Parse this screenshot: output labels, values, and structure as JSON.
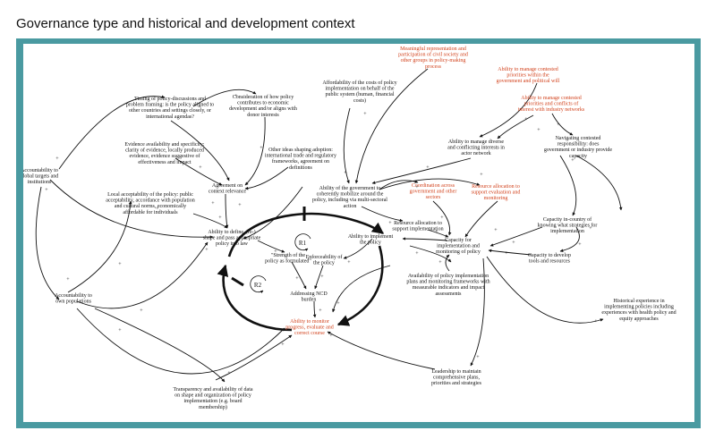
{
  "title": "Governance type and historical and development context",
  "colors": {
    "frame": "#4a9aa1",
    "accent_red": "#d2421c"
  },
  "loops": {
    "r1": "R1",
    "r2": "R2"
  },
  "nodes": [
    {
      "id": "timing",
      "lines": [
        "Timing of policy-discussions and",
        "problem framing: is the policy aligned to",
        "other countries and settings closely, or",
        "international agendas?"
      ],
      "red": false
    },
    {
      "id": "consideration",
      "lines": [
        "Consideration of how policy",
        "contributes to economic",
        "development and/or aligns with",
        "donor interests"
      ],
      "red": false
    },
    {
      "id": "affordability",
      "lines": [
        "Affordability of the costs of policy",
        "implementation on behalf of the",
        "public system (human, financial",
        "costs)"
      ],
      "red": false
    },
    {
      "id": "meaningful",
      "lines": [
        "Meaningful representation and",
        "participation of civil society and",
        "other groups in policy-making",
        "process"
      ],
      "red": true
    },
    {
      "id": "manage-priorities",
      "lines": [
        "Ability to manage contested",
        "priorities within the",
        "government and political will"
      ],
      "red": true
    },
    {
      "id": "manage-industry",
      "lines": [
        "Ability to manage contested",
        "priorities and conflicts of",
        "interest with industry networks"
      ],
      "red": true
    },
    {
      "id": "manage-diverse",
      "lines": [
        "Ability to manage diverse",
        "and conflicting interests in",
        "actor network"
      ],
      "red": false
    },
    {
      "id": "navigating",
      "lines": [
        "Navigating contested",
        "responsibility: does",
        "government or industry provide",
        "capacity"
      ],
      "red": false
    },
    {
      "id": "accountability-global",
      "lines": [
        "Accountability to",
        "global targets and",
        "institutions"
      ],
      "red": false
    },
    {
      "id": "evidence",
      "lines": [
        "Evidence availability and specificity:",
        "clarity of evidence, locally produced",
        "evidence, evidence suggestive of",
        "effectiveness and impact"
      ],
      "red": false
    },
    {
      "id": "other-ideas",
      "lines": [
        "Other ideas shaping adoption:",
        "international trade and regulatory",
        "frameworks, agreement on",
        "definitions"
      ],
      "red": false
    },
    {
      "id": "agreement",
      "lines": [
        "Agreement on",
        "context relevance"
      ],
      "red": false
    },
    {
      "id": "mobilize",
      "lines": [
        "Ability of the government to",
        "coherently mobilize around the",
        "policy, including via multi-sectoral",
        "action"
      ],
      "red": false
    },
    {
      "id": "coordination",
      "lines": [
        "Coordination across",
        "government and other",
        "sectors"
      ],
      "red": true
    },
    {
      "id": "resource-eval",
      "lines": [
        "Resource allocation to",
        "support evaluation and",
        "monitoring"
      ],
      "red": true
    },
    {
      "id": "local",
      "lines": [
        "Local acceptability of the policy: public",
        "acceptability, accordance with population",
        "and cultural norms, economically",
        "affordable for individuals"
      ],
      "red": false
    },
    {
      "id": "resource-impl",
      "lines": [
        "Resource allocation to",
        "support implementation"
      ],
      "red": false
    },
    {
      "id": "capacity-country",
      "lines": [
        "Capacity in-country of",
        "knowing what strategies for",
        "implementation"
      ],
      "red": false
    },
    {
      "id": "define",
      "lines": [
        "Ability to define, (re-)",
        "shape and pass appropriate",
        "policy into law"
      ],
      "red": false
    },
    {
      "id": "implement",
      "lines": [
        "Ability to implement",
        "the policy"
      ],
      "red": false
    },
    {
      "id": "capacity-impl",
      "lines": [
        "Capacity for",
        "implementation and",
        "monitoring of policy"
      ],
      "red": false
    },
    {
      "id": "strength",
      "lines": [
        "\"Strength of the",
        "policy as formulated\""
      ],
      "red": false
    },
    {
      "id": "enforceability",
      "lines": [
        "Enforceability of",
        "the policy"
      ],
      "red": false
    },
    {
      "id": "develop-tools",
      "lines": [
        "Capacity to develop",
        "tools and resources"
      ],
      "red": false
    },
    {
      "id": "addressing",
      "lines": [
        "Addressing NCD",
        "burden"
      ],
      "red": false
    },
    {
      "id": "availability-plans",
      "lines": [
        "Availability of policy implementation",
        "plans and monitoring frameworks with",
        "measurable indicators and impact",
        "assessments"
      ],
      "red": false
    },
    {
      "id": "historical",
      "lines": [
        "Historical experience in",
        "implementing policies including",
        "experiences with health policy and",
        "equity approaches"
      ],
      "red": false
    },
    {
      "id": "accountability-own",
      "lines": [
        "Accountability to",
        "own populations"
      ],
      "red": false
    },
    {
      "id": "monitor",
      "lines": [
        "Ability to monitor",
        "progress, evaluate and",
        "correct course"
      ],
      "red": true
    },
    {
      "id": "leadership",
      "lines": [
        "Leadership to maintain",
        "comprehensive plans,",
        "priorities and strategies"
      ],
      "red": false
    },
    {
      "id": "transparency",
      "lines": [
        "Transparency and availability of data",
        "on shape and organization of policy",
        "implementation (e.g. board",
        "membership)"
      ],
      "red": false
    }
  ],
  "polarities": [
    "+",
    "+",
    "+",
    "+",
    "+",
    "+",
    "+",
    "+",
    "+",
    "+",
    "+",
    "+",
    "+",
    "+",
    "+",
    "+",
    "+",
    "+",
    "+",
    "+",
    "+",
    "+",
    "+",
    "+",
    "+",
    "+",
    "+",
    "+",
    "+",
    "+",
    "+",
    "+",
    "+",
    "+",
    "+",
    "+",
    "+",
    "+",
    "+",
    "+",
    "+",
    "+",
    "+",
    "+"
  ]
}
